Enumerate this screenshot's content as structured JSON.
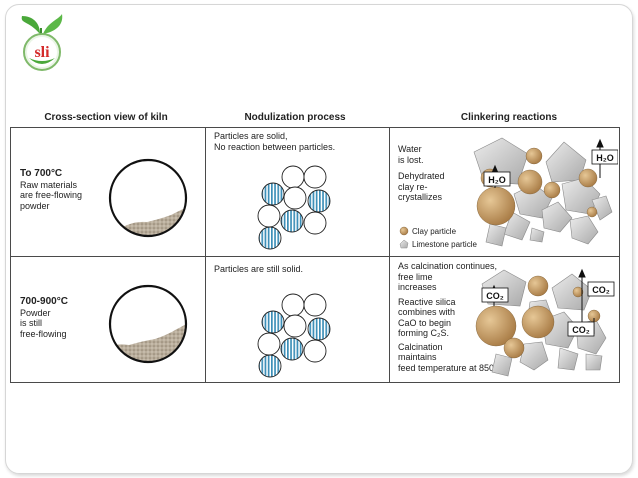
{
  "headers": {
    "kiln": "Cross-section view of kiln",
    "nodulization": "Nodulization process",
    "clinkering": "Clinkering reactions"
  },
  "row1": {
    "temp_label": "To 700°C",
    "kiln_desc": [
      "Raw materials",
      "are free-flowing",
      "powder"
    ],
    "nodule_desc": [
      "Particles are solid,",
      "No reaction between particles."
    ],
    "reactions": [
      [
        "Water",
        "is lost."
      ],
      [
        "Dehydrated",
        "clay re-",
        "crystallizes"
      ]
    ],
    "gas_labels": [
      "H₂O",
      "H₂O"
    ],
    "legend": {
      "clay": "Clay particle",
      "limestone": "Limestone particle"
    }
  },
  "row2": {
    "temp_label": "700-900°C",
    "kiln_desc": [
      "Powder",
      "is still",
      "free-flowing"
    ],
    "nodule_desc": [
      "Particles are still solid."
    ],
    "reactions": [
      [
        "As calcination continues,",
        "free lime",
        "increases"
      ],
      [
        "Reactive silica",
        "combines with",
        "CaO to begin",
        "forming C₂S."
      ],
      [
        "Calcination",
        "maintains",
        "feed temperature at 850°C."
      ]
    ],
    "gas_labels": [
      "CO₂",
      "CO₂",
      "CO₂"
    ]
  },
  "colors": {
    "clay": "#c39a64",
    "limestone": "#cfcfcf",
    "stripe": "#3d8fb8",
    "grid_line": "#4a4a4a",
    "powder": "#a99d8c"
  }
}
